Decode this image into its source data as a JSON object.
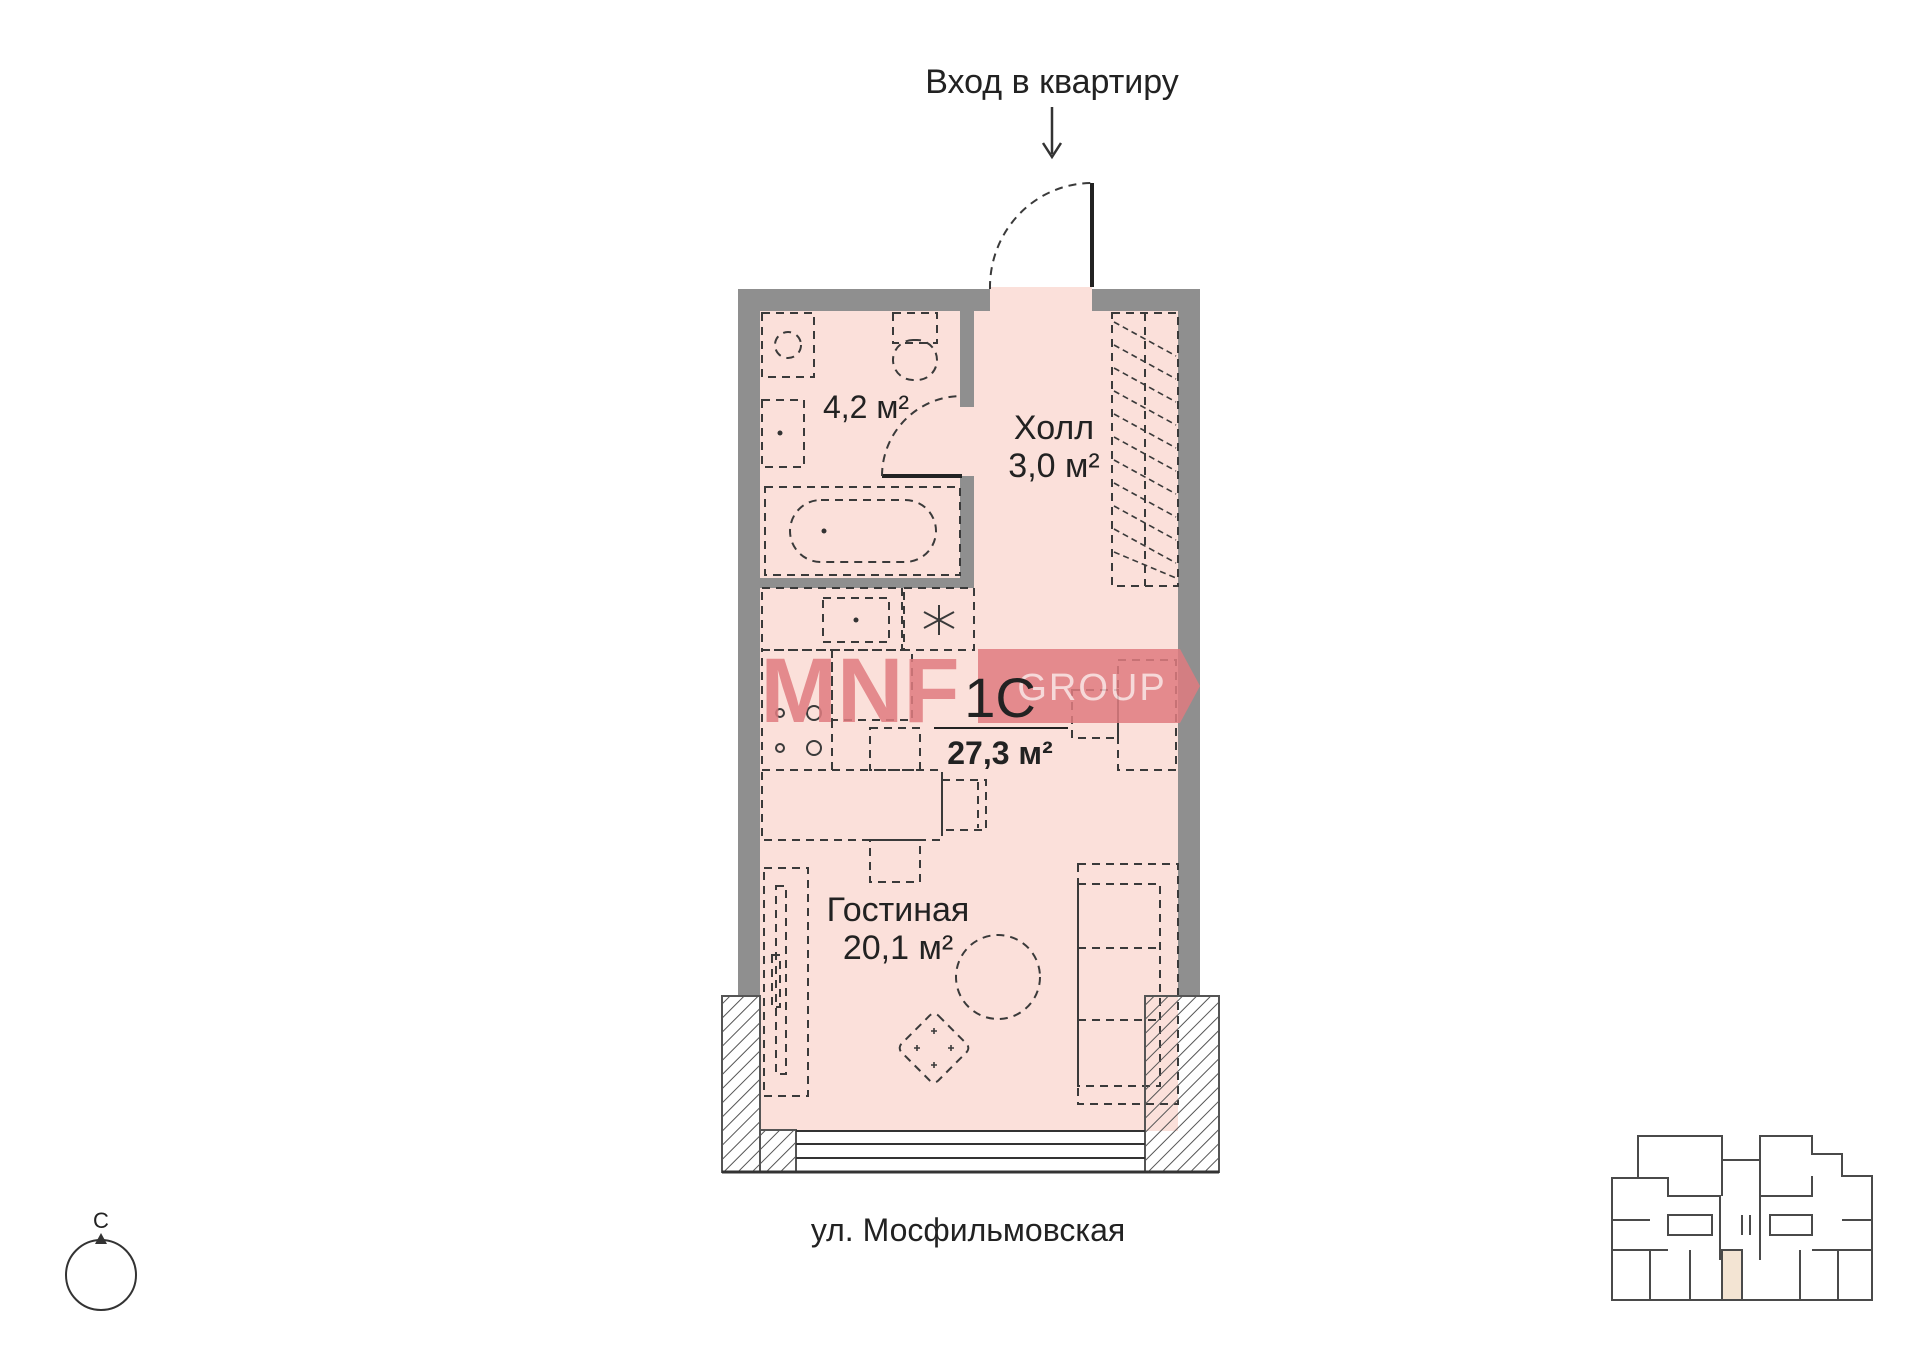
{
  "entrance_label": "Вход в квартиру",
  "street_label": "ул. Мосфильмовская",
  "compass_label": "С",
  "apartment": {
    "code": "1C",
    "total_area": "27,3 м²"
  },
  "rooms": [
    {
      "name": "",
      "area": "4,2 м²"
    },
    {
      "name": "Холл",
      "area": "3,0 м²"
    },
    {
      "name": "Гостиная",
      "area": "20,1 м²"
    }
  ],
  "watermark": {
    "brand": "MNF",
    "suffix": "GROUP"
  },
  "colors": {
    "floor": "#fbe0da",
    "wall": "#8f8f8f",
    "line": "#3a3a3a",
    "watermark": "#e07c80",
    "key_highlight": "#f3e4d3"
  }
}
